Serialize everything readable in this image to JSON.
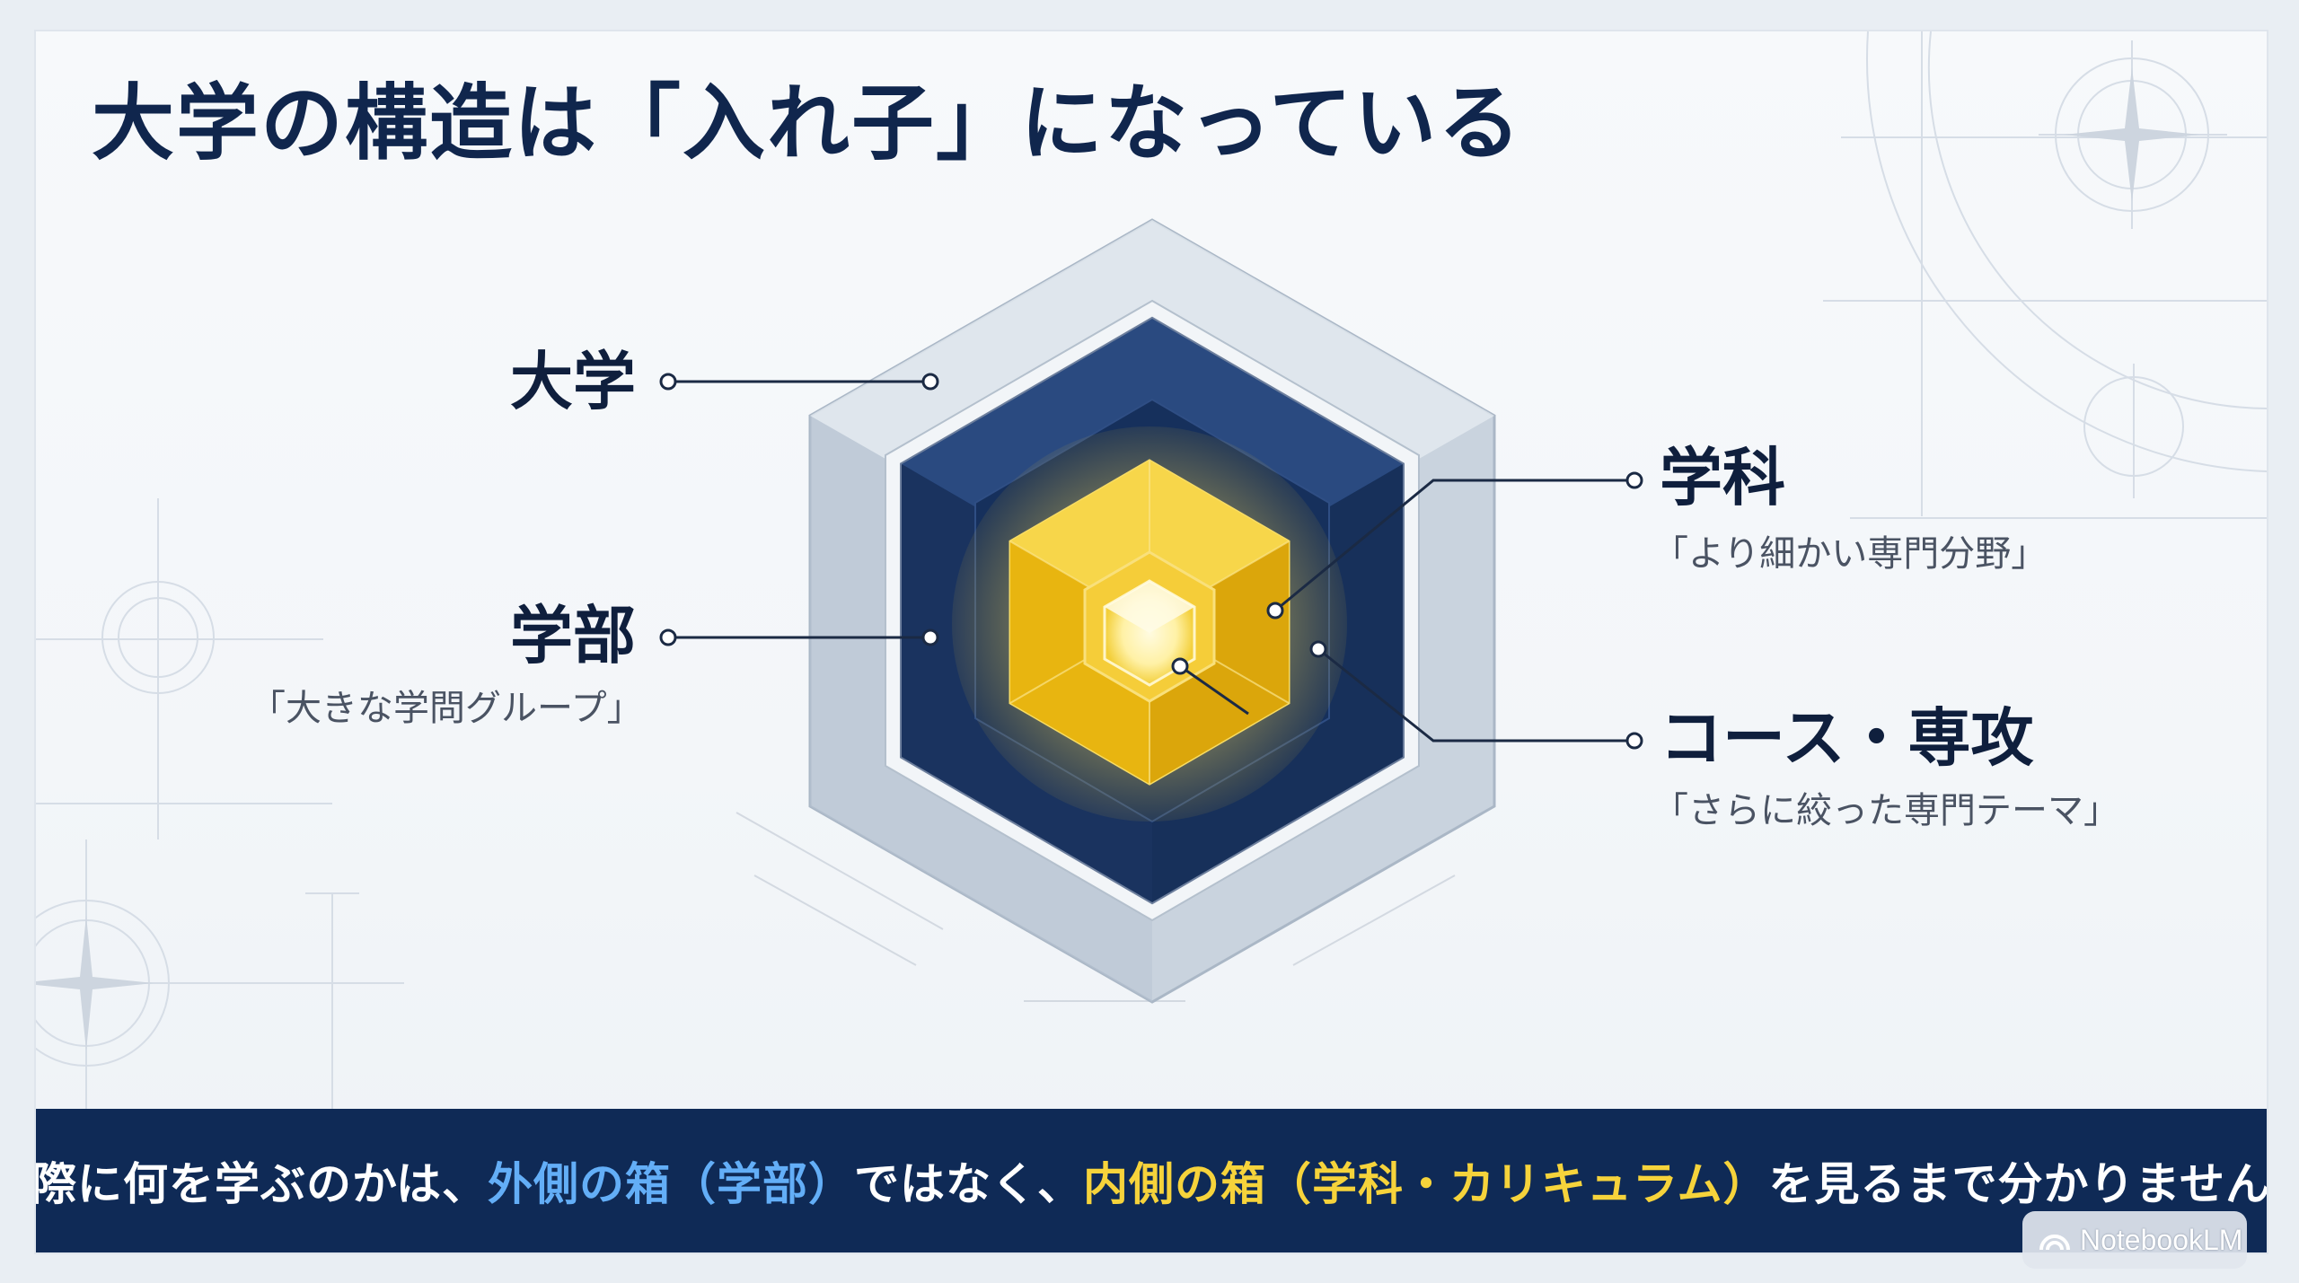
{
  "slide": {
    "title": "大学の構造は「入れ子」になっている"
  },
  "diagram": {
    "labels": {
      "university": "大学",
      "faculty": "学部",
      "faculty_desc": "「大きな学問グループ」",
      "department": "学科",
      "department_desc": "「より細かい専門分野」",
      "course": "コース・専攻",
      "course_desc": "「さらに絞った専門テーマ」"
    },
    "colors": {
      "outer_box": "#c9d3de",
      "middle_box": "#1d3a6b",
      "inner_box": "#f2c21b",
      "core": "#fff3b0",
      "leader_line": "#1b2a44"
    }
  },
  "banner": {
    "part1": "実際に何を学ぶのかは、",
    "part2": "外側の箱（学部）",
    "part3": "ではなく、",
    "part4": "内側の箱（学科・カリキュラム）",
    "part5": "を見るまで分かりません。",
    "colors": {
      "background": "#0f2a56",
      "highlight_outer": "#63aef7",
      "highlight_inner": "#f6d33b"
    }
  },
  "watermark": {
    "text": "NotebookLM"
  }
}
